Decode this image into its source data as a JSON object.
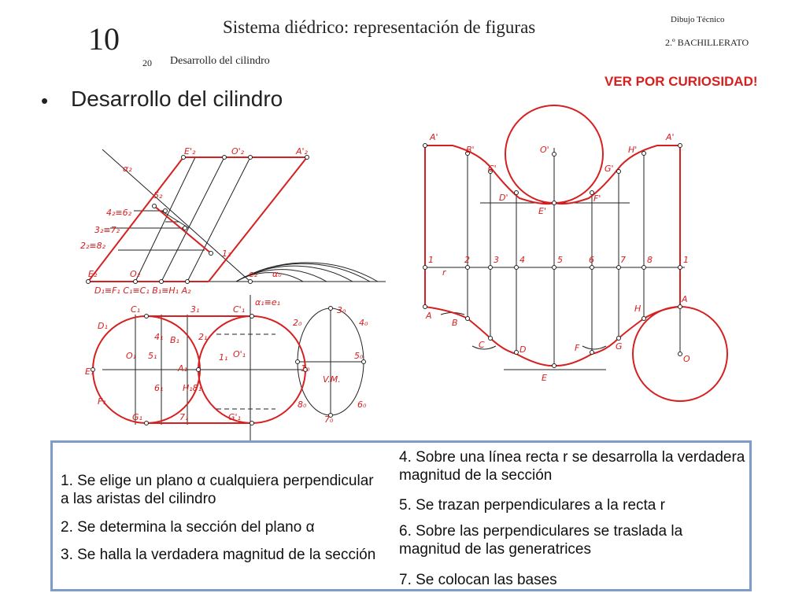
{
  "header": {
    "chapter_number": "10",
    "page_number": "20",
    "title": "Sistema diédrico: representación de figuras",
    "subtitle": "Desarrollo del cilindro",
    "subject": "Dibujo Técnico",
    "course": "2.º BACHILLERATO",
    "note": "VER POR CURIOSIDAD!"
  },
  "bullet": "•",
  "heading": "Desarrollo del cilindro",
  "colors": {
    "accent_red": "#d62020",
    "box_border": "#7f9cc9",
    "construction": "#222222"
  },
  "left_drawing_labels": {
    "e2p": "E'₂",
    "o2p": "O'₂",
    "a2p": "A'₂",
    "alpha2": "α₂",
    "five2": "5₂",
    "four6": "4₂≡6₂",
    "three7": "3₂≡7₂",
    "two8": "2₂≡8₂",
    "one2": "1₂",
    "e2": "E₂",
    "o2": "O₂",
    "e2l": "e₂",
    "alpha0": "α₀",
    "ground_row": "D₁≡F₁ C₁≡C₁ B₁≡H₁ A₂",
    "alpha1": "α₁≡e₁",
    "c1": "C₁",
    "three1": "3₁",
    "c1p": "C'₁",
    "d1": "D₁",
    "four1": "4₁",
    "b1": "B₁",
    "two1": "2₁",
    "o1": "O₁",
    "five1": "5₁",
    "one1": "1₁",
    "o1p": "O'₁",
    "e1": "E₁",
    "a1": "A₁",
    "six1": "6₁",
    "h1b1": "H₁8₁",
    "f1": "F₁",
    "g1": "G₁",
    "seven1": "7₁",
    "g1p": "G'₁",
    "three0": "3₀",
    "two0": "2₀",
    "four0": "4₀",
    "five0": "5₀",
    "one0": "1₀",
    "vm": "V.M.",
    "eight0": "8₀",
    "six0": "6₀",
    "seven0": "7₀"
  },
  "development_labels": {
    "top": [
      "A'",
      "B'",
      "C'",
      "D'",
      "E'",
      "F'",
      "G'",
      "H'",
      "A'"
    ],
    "top_center": "O'",
    "line_numbers": [
      "1",
      "2",
      "3",
      "4",
      "5",
      "6",
      "7",
      "8",
      "1"
    ],
    "line_name": "r",
    "bottom": [
      "A",
      "B",
      "C",
      "D",
      "E",
      "F",
      "G",
      "H",
      "A"
    ],
    "bottom_center": "O"
  },
  "steps": {
    "s1": "1. Se elige un plano α cualquiera perpendicular a las aristas del cilindro",
    "s2": "2. Se determina la sección del plano α",
    "s3": "3. Se halla la verdadera magnitud de la sección",
    "s4": "4. Sobre una línea recta r se desarrolla la verdadera magnitud de la sección",
    "s5": "5. Se trazan perpendiculares a la recta r",
    "s6": "6. Sobre las perpendiculares se traslada la magnitud de las generatrices",
    "s7": "7. Se colocan las bases"
  }
}
